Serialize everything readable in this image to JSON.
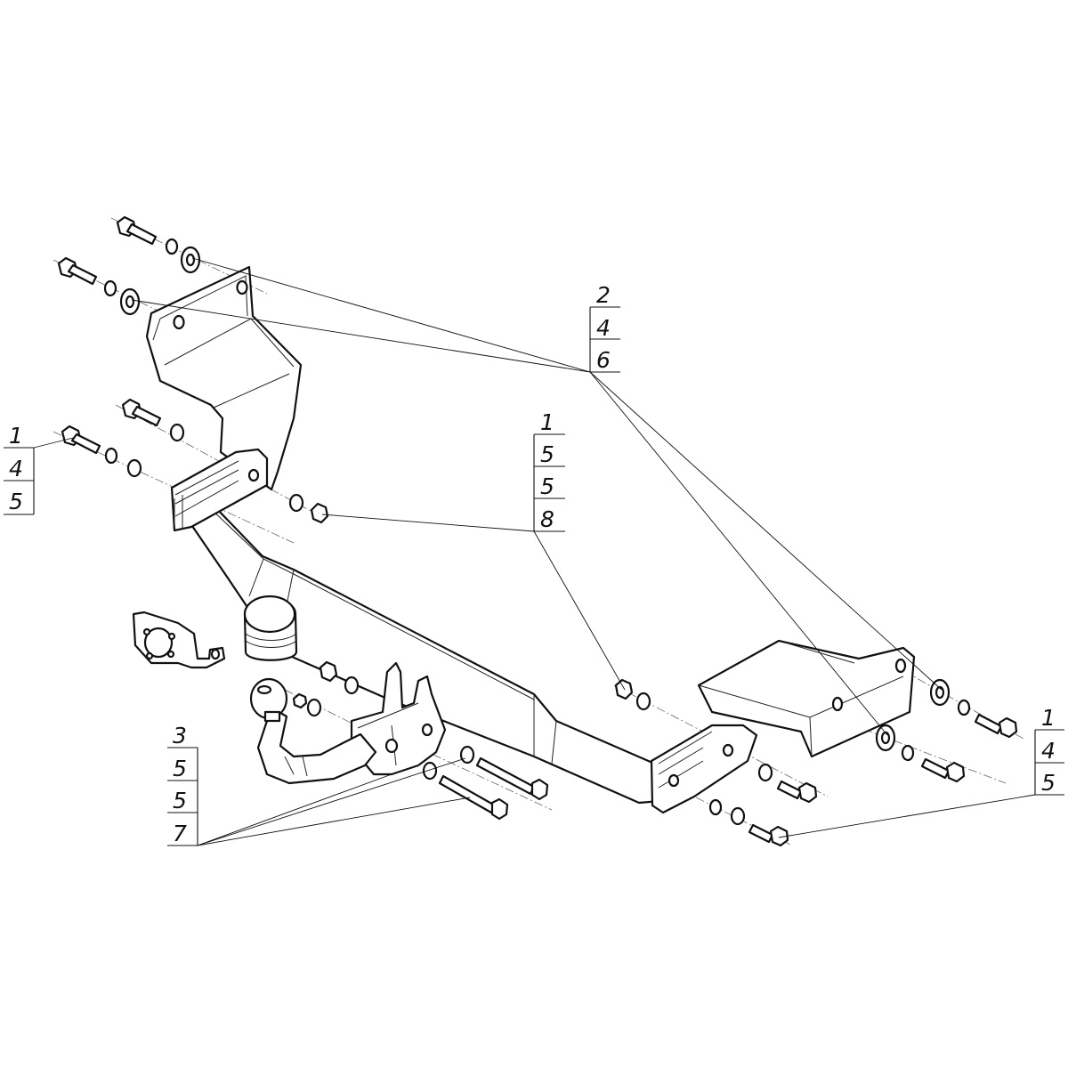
{
  "callouts": {
    "upper": [
      "2",
      "4",
      "6"
    ],
    "middle": [
      "1",
      "5",
      "5",
      "8"
    ],
    "left": [
      "1",
      "4",
      "5"
    ],
    "lower_left": [
      "3",
      "5",
      "5",
      "7"
    ],
    "right": [
      "1",
      "4",
      "5"
    ]
  }
}
